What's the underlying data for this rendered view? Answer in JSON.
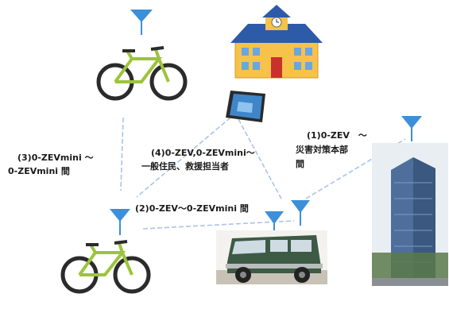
{
  "colors": {
    "connection_line": "#a9c4e6",
    "antenna": "#3c8fd8",
    "bicycle": "#9cc43a",
    "school_wall": "#f6c24a",
    "school_roof": "#2e5ba8",
    "vehicle": "#3d5a45",
    "building": "#4e6f9c",
    "label_text": "#1a1a1a"
  },
  "nodes": [
    {
      "name": "bicycle-top",
      "icon": "bicycle-icon",
      "caption": ""
    },
    {
      "name": "school",
      "icon": "school-building-icon",
      "caption": ""
    },
    {
      "name": "tablet",
      "icon": "tablet-icon",
      "caption": ""
    },
    {
      "name": "tower-building",
      "icon": "office-tower-icon",
      "caption": ""
    },
    {
      "name": "bicycle-bottom",
      "icon": "bicycle-icon",
      "caption": ""
    },
    {
      "name": "van",
      "icon": "van-icon",
      "caption": ""
    }
  ],
  "links": {
    "link1": {
      "line1": "(1)0-ZEV　～",
      "line2": "災害対策本部",
      "line3": "間"
    },
    "link2": {
      "text": "(2)0-ZEV～0-ZEVmini 間"
    },
    "link3": {
      "line1": "(3)0-ZEVmini ～",
      "line2": "0-ZEVmini 間"
    },
    "link4": {
      "line1": "(4)0-ZEV,0-ZEVmini～",
      "line2": "一般住民、救援担当者"
    }
  }
}
